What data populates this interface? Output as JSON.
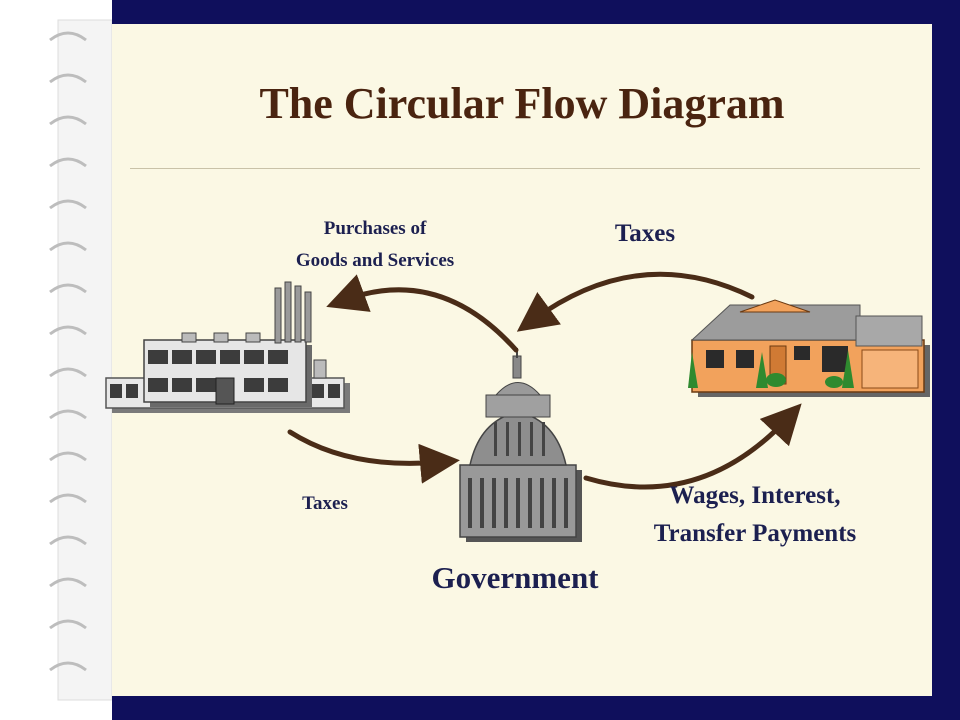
{
  "title": "The Circular Flow Diagram",
  "labels": {
    "purchases_line1": "Purchases of",
    "purchases_line2": "Goods and Services",
    "taxes_top": "Taxes",
    "taxes_bottom": "Taxes",
    "wages_line1": "Wages, Interest,",
    "wages_line2": "Transfer Payments",
    "government": "Government"
  },
  "icons": [
    "factory-icon",
    "capitol-icon",
    "house-icon"
  ],
  "colors": {
    "frame": "#0f0f5c",
    "slide": "#fbf8e4",
    "title": "#4a2410",
    "text": "#1c2050",
    "arrow": "#4a2c17"
  }
}
